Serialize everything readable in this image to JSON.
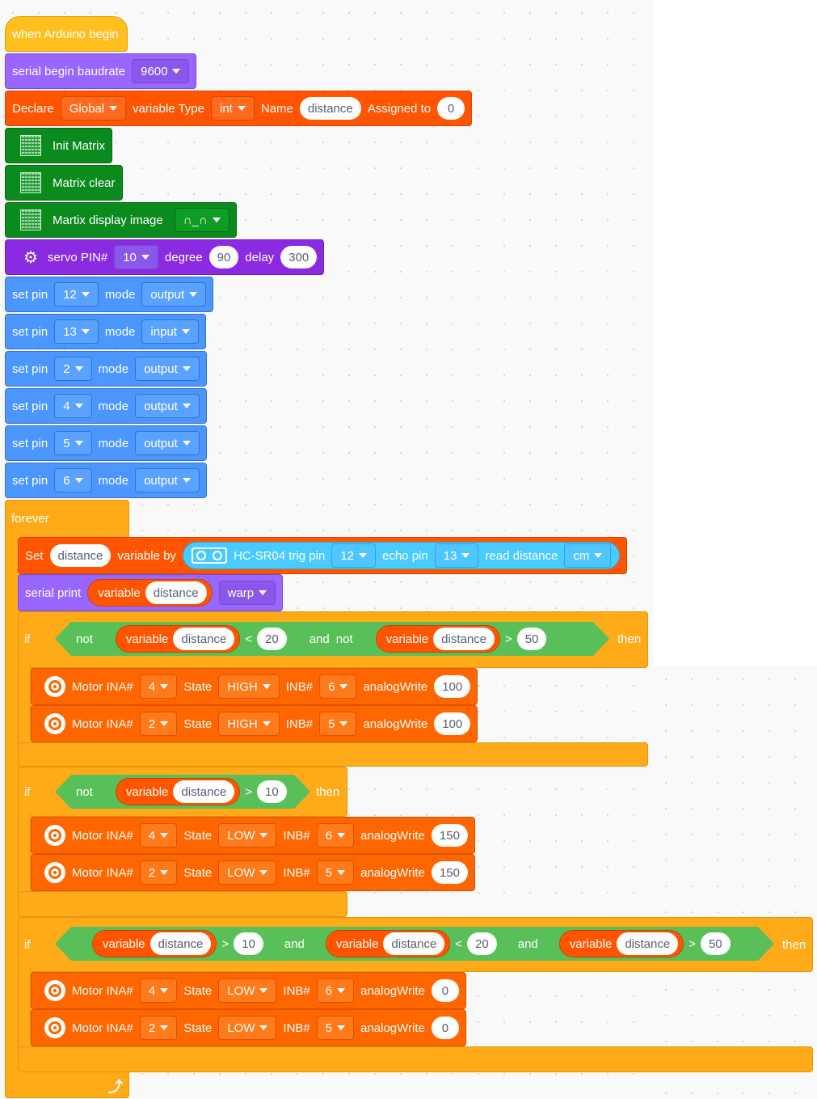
{
  "hat": {
    "label": "when Arduino begin"
  },
  "serial_begin": {
    "label": "serial begin baudrate",
    "baud": "9600"
  },
  "declare": {
    "label": "Declare",
    "scope": "Global",
    "type_label": "variable Type",
    "type": "int",
    "name_label": "Name",
    "name": "distance",
    "assigned_label": "Assigned to",
    "value": "0"
  },
  "init_matrix": {
    "label": "Init Matrix"
  },
  "matrix_clear": {
    "label": "Matrix clear"
  },
  "matrix_image": {
    "label": "Martix display image",
    "image": "∩_∩"
  },
  "servo": {
    "label": "servo PIN#",
    "pin": "10",
    "degree_label": "degree",
    "degree": "90",
    "delay_label": "delay",
    "delay": "300"
  },
  "set_pins": [
    {
      "label": "set pin",
      "pin": "12",
      "mode_label": "mode",
      "mode": "output"
    },
    {
      "label": "set pin",
      "pin": "13",
      "mode_label": "mode",
      "mode": "input"
    },
    {
      "label": "set pin",
      "pin": "2",
      "mode_label": "mode",
      "mode": "output"
    },
    {
      "label": "set pin",
      "pin": "4",
      "mode_label": "mode",
      "mode": "output"
    },
    {
      "label": "set pin",
      "pin": "5",
      "mode_label": "mode",
      "mode": "output"
    },
    {
      "label": "set pin",
      "pin": "6",
      "mode_label": "mode",
      "mode": "output"
    }
  ],
  "forever": {
    "label": "forever"
  },
  "set_var": {
    "label": "Set",
    "var": "distance",
    "by_label": "variable by",
    "sensor_label": "HC-SR04 trig pin",
    "trig": "12",
    "echo_label": "echo pin",
    "echo": "13",
    "read_label": "read distance",
    "unit": "cm"
  },
  "serial_print": {
    "label": "serial print",
    "var_label": "variable",
    "var": "distance",
    "mode": "warp"
  },
  "if1": {
    "if": "if",
    "then": "then",
    "not1": "not",
    "var_label": "variable",
    "var": "distance",
    "op1": "<",
    "v1": "20",
    "and": "and",
    "not2": "not",
    "op2": ">",
    "v2": "50"
  },
  "if2": {
    "if": "if",
    "then": "then",
    "not": "not",
    "var_label": "variable",
    "var": "distance",
    "op": ">",
    "v": "10"
  },
  "if3": {
    "if": "if",
    "then": "then",
    "var_label": "variable",
    "var": "distance",
    "op1": ">",
    "v1": "10",
    "and": "and",
    "op2": "<",
    "v2": "20",
    "op3": ">",
    "v3": "50"
  },
  "motor_labels": {
    "ina": "Motor INA#",
    "state": "State",
    "inb": "INB#",
    "aw": "analogWrite"
  },
  "motors": [
    {
      "ina": "4",
      "state": "HIGH",
      "inb": "6",
      "aw": "100"
    },
    {
      "ina": "2",
      "state": "HIGH",
      "inb": "5",
      "aw": "100"
    },
    {
      "ina": "4",
      "state": "LOW",
      "inb": "6",
      "aw": "150"
    },
    {
      "ina": "2",
      "state": "LOW",
      "inb": "5",
      "aw": "150"
    },
    {
      "ina": "4",
      "state": "LOW",
      "inb": "6",
      "aw": "0"
    },
    {
      "ina": "2",
      "state": "LOW",
      "inb": "5",
      "aw": "0"
    }
  ],
  "loop_icon": "loop-arrow-icon"
}
